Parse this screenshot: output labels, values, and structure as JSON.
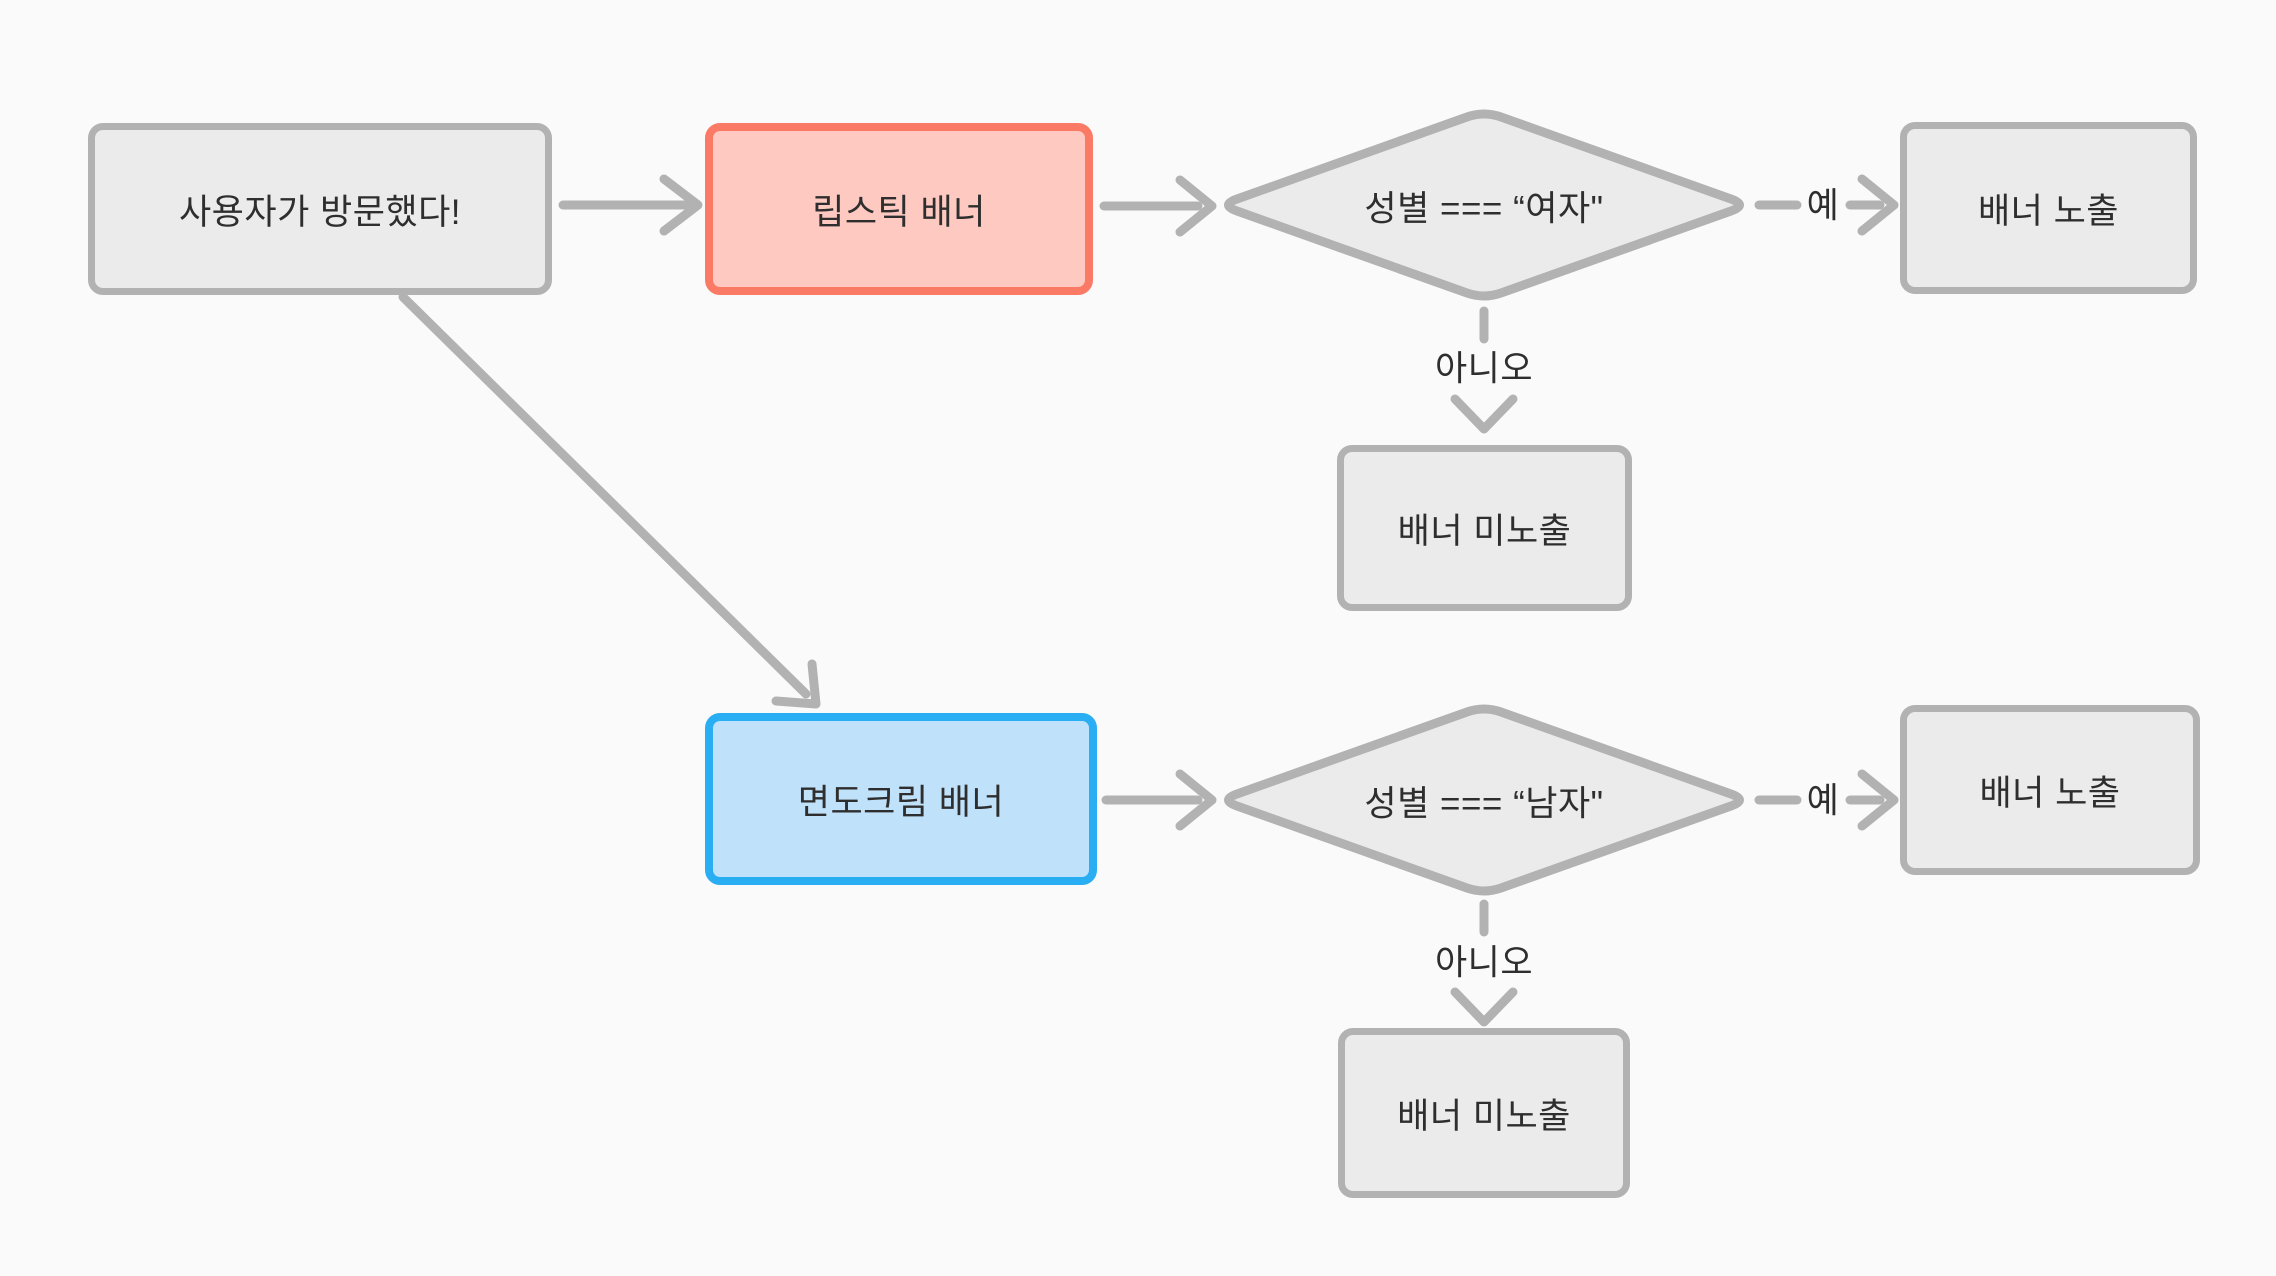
{
  "diagram": {
    "background": "#fafafa",
    "connector_color": "#b2b2b2",
    "text_color": "#2e2e2e",
    "nodes": {
      "start": {
        "label": "사용자가 방문했다!",
        "fill": "#ebebeb",
        "border": "#b2b2b2"
      },
      "lipstick_banner": {
        "label": "립스틱 배너",
        "fill": "#fdc9c1",
        "border": "#fa7a66"
      },
      "gender_female_check": {
        "label": "성별 === “여자\"",
        "fill": "#ebebeb",
        "border": "#b2b2b2"
      },
      "banner_shown_female": {
        "label": "배너 노출",
        "fill": "#ebebeb",
        "border": "#b2b2b2"
      },
      "banner_hidden_female": {
        "label": "배너 미노출",
        "fill": "#ebebeb",
        "border": "#b2b2b2"
      },
      "shaving_cream_banner": {
        "label": "면도크림 배너",
        "fill": "#bfe1fa",
        "border": "#29aef3"
      },
      "gender_male_check": {
        "label": "성별 === “남자\"",
        "fill": "#ebebeb",
        "border": "#b2b2b2"
      },
      "banner_shown_male": {
        "label": "배너 노출",
        "fill": "#ebebeb",
        "border": "#b2b2b2"
      },
      "banner_hidden_male": {
        "label": "배너 미노출",
        "fill": "#ebebeb",
        "border": "#b2b2b2"
      }
    },
    "edge_labels": {
      "yes_female": "예",
      "no_female": "아니오",
      "yes_male": "예",
      "no_male": "아니오"
    }
  }
}
